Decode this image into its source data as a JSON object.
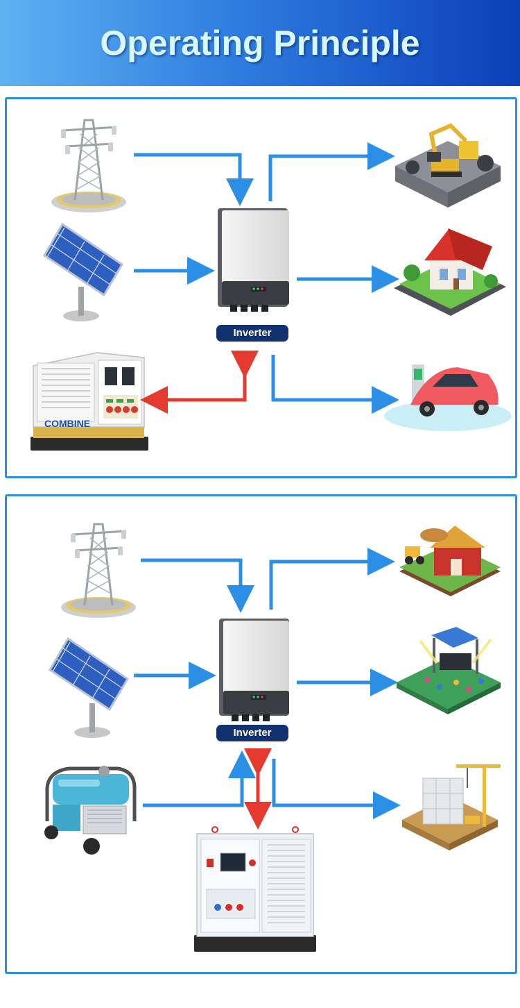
{
  "header": {
    "title": "Operating Principle"
  },
  "colors": {
    "flow_arrow": "#2b8fe6",
    "bidirectional_arrow": "#e43a2f",
    "panel_border": "#2b8fe6",
    "badge": "#13306f"
  },
  "panels": [
    {
      "inverter_label": "Inverter",
      "inputs": [
        "power-tower-icon",
        "solar-panel-icon"
      ],
      "storage": {
        "icon": "battery-cabinet-icon",
        "logo_text": "COMBINE"
      },
      "outputs": [
        "mining-excavator-icon",
        "house-icon",
        "ev-charging-car-icon"
      ]
    },
    {
      "inverter_label": "Inverter",
      "inputs": [
        "power-tower-icon",
        "solar-panel-icon",
        "portable-generator-icon"
      ],
      "storage": {
        "icon": "battery-cabinet-icon"
      },
      "outputs": [
        "farm-barn-icon",
        "outdoor-concert-stage-icon",
        "construction-site-icon"
      ]
    }
  ]
}
